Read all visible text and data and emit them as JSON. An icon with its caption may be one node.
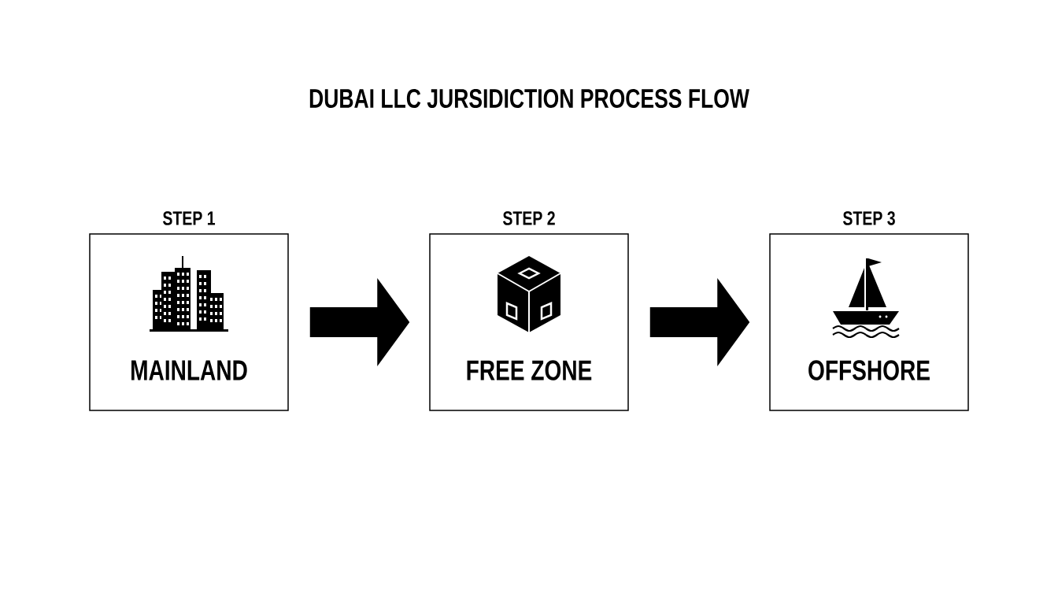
{
  "diagram": {
    "title": "DUBAI LLC JURSIDICTION PROCESS FLOW",
    "nodes": [
      {
        "text": [
          "STEP 1",
          "MAINLAND"
        ]
      },
      {
        "text": [
          "STEP 2",
          "FREE ZONE"
        ]
      },
      {
        "text": [
          "STEP 3",
          "OFFSHORE"
        ]
      }
    ],
    "edges": [
      {
        "from": 0,
        "to": 1,
        "arrow": "to"
      },
      {
        "from": 1,
        "to": 2,
        "arrow": "to"
      }
    ]
  }
}
